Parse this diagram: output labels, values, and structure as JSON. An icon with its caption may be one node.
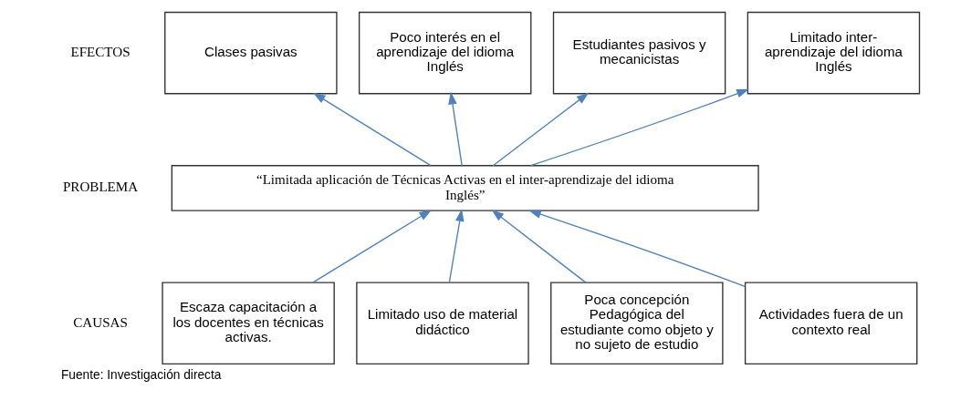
{
  "diagram": {
    "caption": "Fuente: Investigación directa",
    "nodes": [
      {
        "text": [
          "Clases pasivas"
        ]
      },
      {
        "text": [
          "Poco interés en el aprendizaje del idioma Inglés"
        ]
      },
      {
        "text": [
          "Estudiantes pasivos y mecanicistas"
        ]
      },
      {
        "text": [
          "Limitado inter-aprendizaje del idioma Inglés"
        ]
      },
      {
        "text": [
          "“Limitada aplicación de Técnicas Activas en el inter-aprendizaje del idioma Inglés”"
        ]
      },
      {
        "text": [
          "Escaza capacitación a los docentes en técnicas activas."
        ]
      },
      {
        "text": [
          "Limitado uso de material didáctico"
        ]
      },
      {
        "text": [
          "Poca concepción Pedagógica del estudiante como objeto y no sujeto de estudio"
        ]
      },
      {
        "text": [
          "Actividades fuera de un contexto real"
        ]
      }
    ],
    "edges": [
      {
        "from": 4,
        "to": 0,
        "arrow": "to"
      },
      {
        "from": 4,
        "to": 1,
        "arrow": "to"
      },
      {
        "from": 4,
        "to": 2,
        "arrow": "to"
      },
      {
        "from": 4,
        "to": 3,
        "arrow": "to"
      },
      {
        "from": 5,
        "to": 4,
        "arrow": "to"
      },
      {
        "from": 6,
        "to": 4,
        "arrow": "to"
      },
      {
        "from": 7,
        "to": 4,
        "arrow": "to"
      },
      {
        "from": 8,
        "to": 4,
        "arrow": "to"
      }
    ],
    "labels": [
      "EFECTOS",
      "PROBLEMA",
      "CAUSAS"
    ]
  }
}
